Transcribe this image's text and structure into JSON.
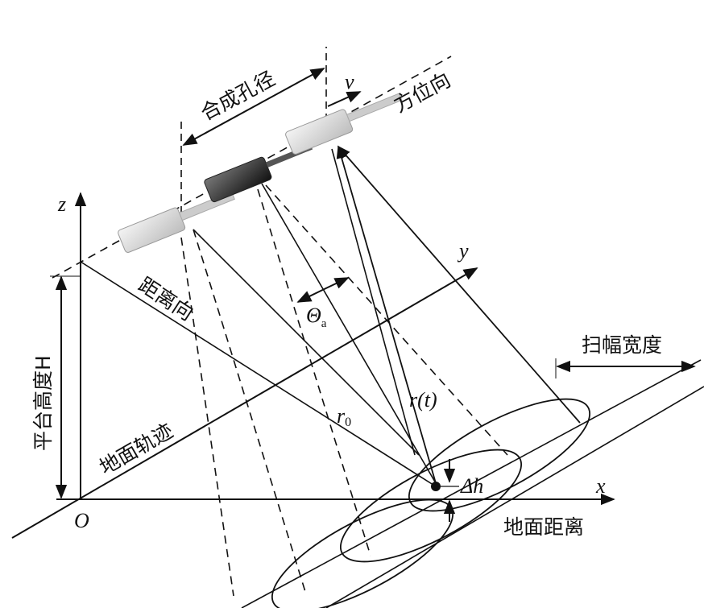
{
  "labels": {
    "synthetic_aperture": "合成孔径",
    "velocity": "v",
    "azimuth": "方位向",
    "z_axis": "z",
    "y_axis": "y",
    "x_axis": "x",
    "origin": "O",
    "range_direction": "距离向",
    "beam_angle": "Θ",
    "beam_angle_sub": "a",
    "swath_width": "扫幅宽度",
    "slant_range_t": "r(t)",
    "slant_range_0": "r",
    "slant_range_0_sub": "0",
    "platform_height": "平台高度H",
    "ground_track": "地面轨迹",
    "delta_h": "Δh",
    "ground_range": "地面距离"
  }
}
